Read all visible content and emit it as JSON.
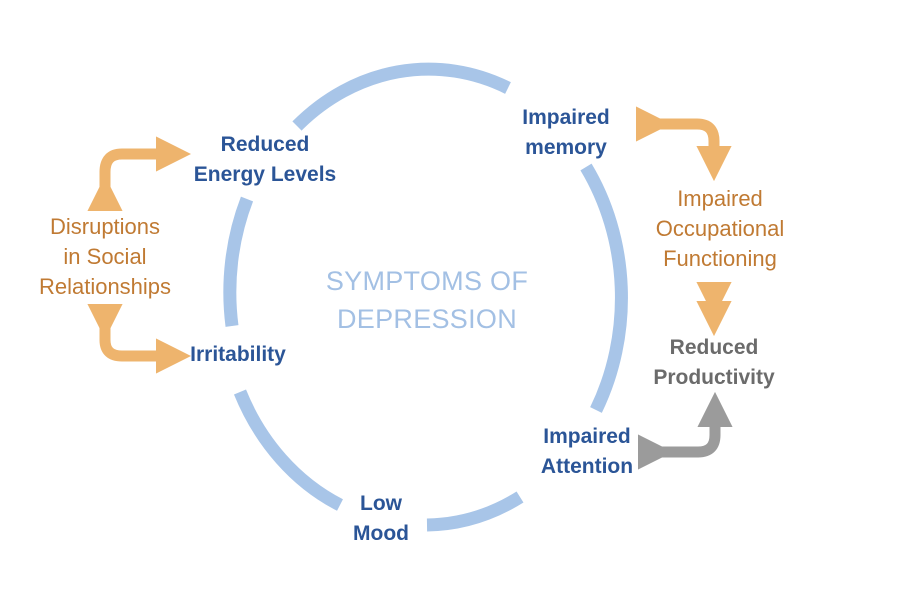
{
  "center_title": [
    "SYMPTOMS OF",
    "DEPRESSION"
  ],
  "symptoms": {
    "reduced_energy": [
      "Reduced",
      "Energy Levels"
    ],
    "impaired_memory": [
      "Impaired",
      "memory"
    ],
    "irritability": [
      "Irritability"
    ],
    "impaired_attention": [
      "Impaired",
      "Attention"
    ],
    "low_mood": [
      "Low",
      "Mood"
    ]
  },
  "effects": {
    "social": [
      "Disruptions",
      "in Social",
      "Relationships"
    ],
    "occupational": [
      "Impaired",
      "Occupational",
      "Functioning"
    ],
    "productivity": [
      "Reduced",
      "Productivity"
    ]
  },
  "colors": {
    "ring": "#a8c5e8",
    "symptom_text": "#2b5597",
    "effect_text": "#c07a33",
    "orange_arrow": "#eeb46d",
    "grey_arrow": "#9b9b9b",
    "grey_text": "#6b6b6b",
    "center_text": "#a3c0e4"
  }
}
